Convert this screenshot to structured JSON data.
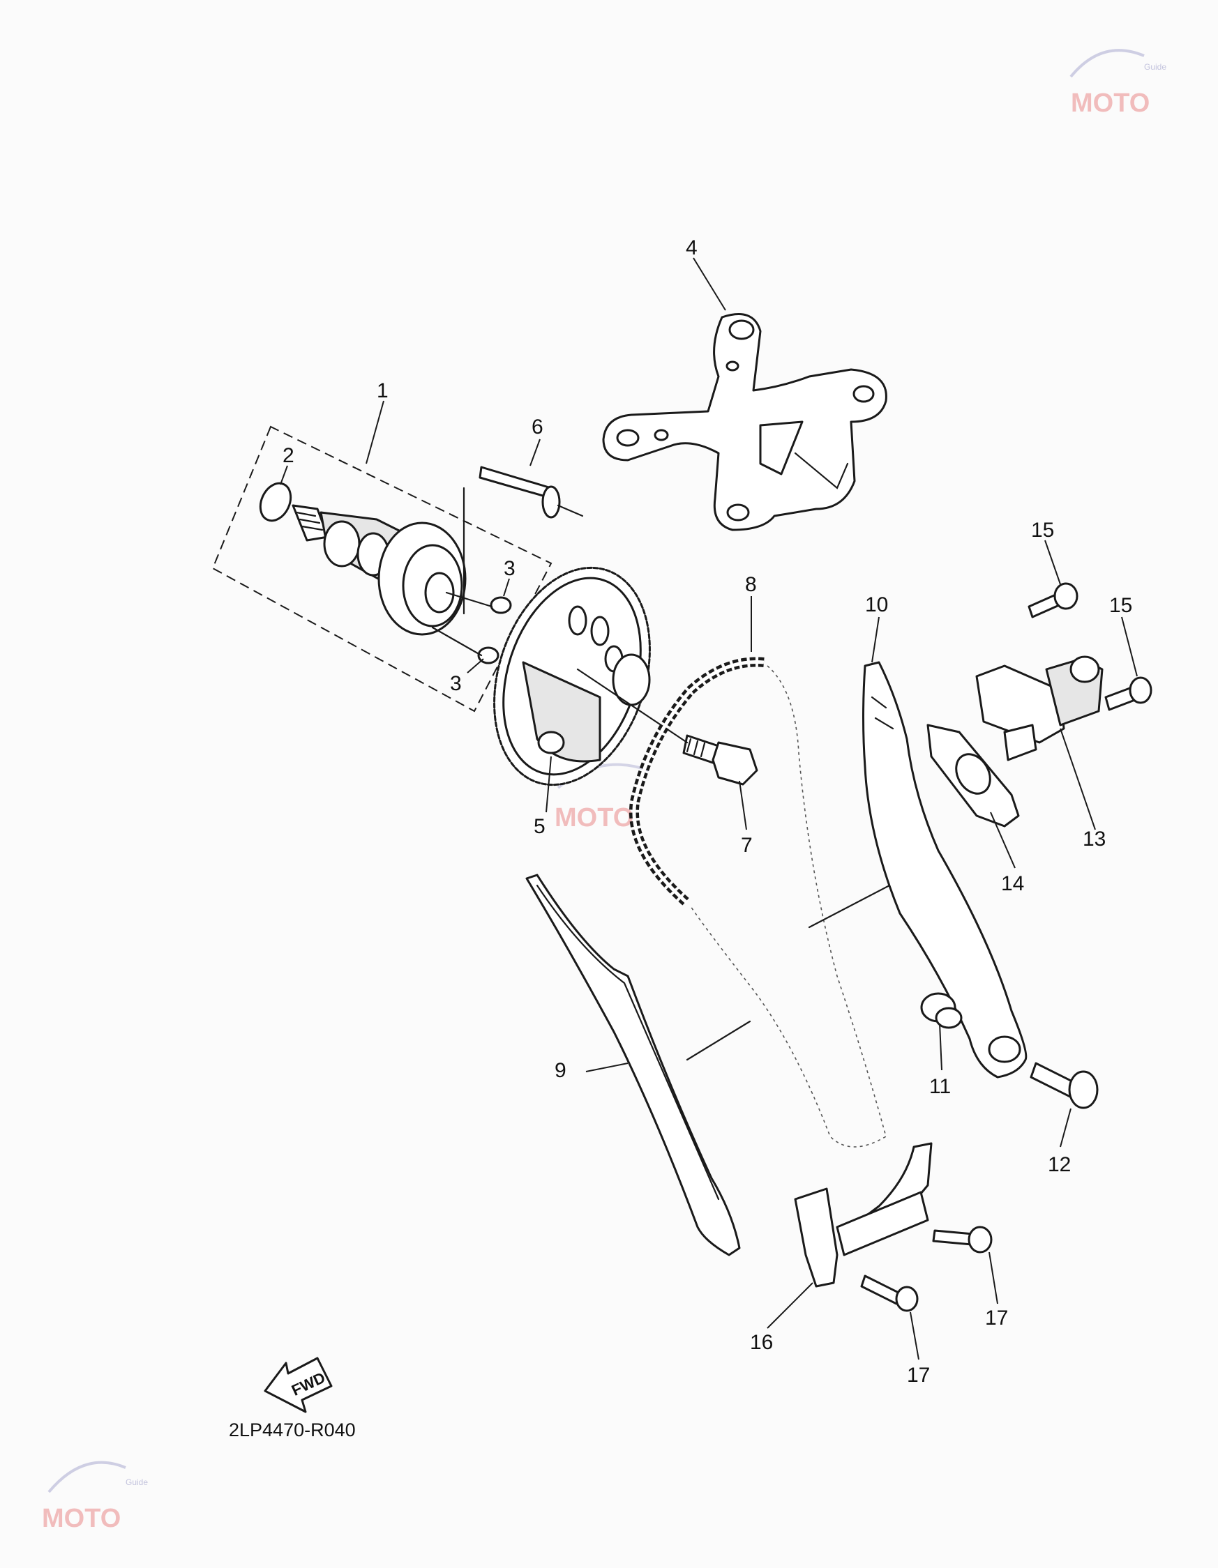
{
  "diagram": {
    "callouts": [
      {
        "id": "1",
        "label": "1"
      },
      {
        "id": "2",
        "label": "2"
      },
      {
        "id": "3a",
        "label": "3"
      },
      {
        "id": "3b",
        "label": "3"
      },
      {
        "id": "4",
        "label": "4"
      },
      {
        "id": "5",
        "label": "5"
      },
      {
        "id": "6",
        "label": "6"
      },
      {
        "id": "7",
        "label": "7"
      },
      {
        "id": "8",
        "label": "8"
      },
      {
        "id": "9",
        "label": "9"
      },
      {
        "id": "10",
        "label": "10"
      },
      {
        "id": "11",
        "label": "11"
      },
      {
        "id": "12",
        "label": "12"
      },
      {
        "id": "13",
        "label": "13"
      },
      {
        "id": "14",
        "label": "14"
      },
      {
        "id": "15a",
        "label": "15"
      },
      {
        "id": "15b",
        "label": "15"
      },
      {
        "id": "16",
        "label": "16"
      },
      {
        "id": "17a",
        "label": "17"
      },
      {
        "id": "17b",
        "label": "17"
      }
    ],
    "diagram_code": "2LP4470-R040",
    "fwd_label": "FWD"
  },
  "watermark": {
    "text": "MOTO",
    "sub": "Guide"
  },
  "colors": {
    "line": "#1a1a1a",
    "background": "#ffffff",
    "watermark_red": "#e04a4a",
    "watermark_blue": "#8d8dc0"
  }
}
